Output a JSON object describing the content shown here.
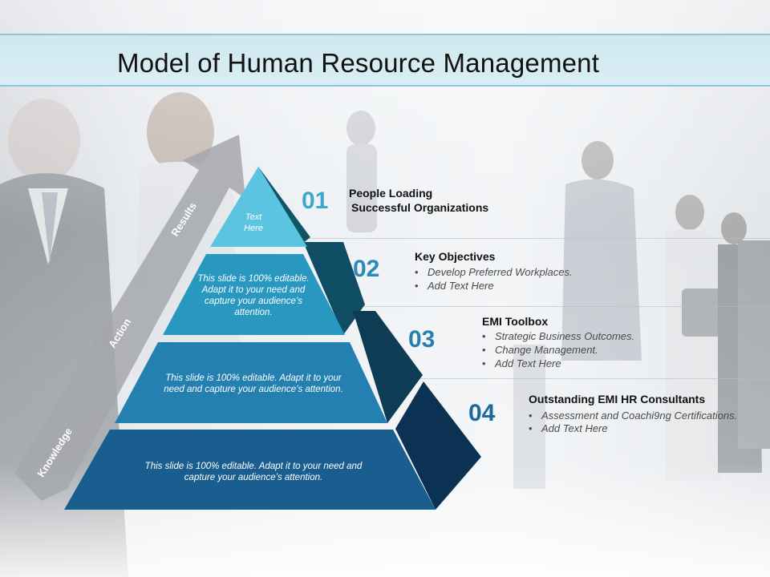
{
  "title": "Model of Human Resource Management",
  "colors": {
    "level1": "#5bc4e0",
    "level1_side": "#0f5566",
    "level2": "#2898c0",
    "level2_side": "#0f4d64",
    "level3": "#2380b0",
    "level3_side": "#0f3c55",
    "level4": "#1a5e90",
    "level4_side": "#0b3253",
    "number_light": "#3aa7cc",
    "number_dark": "#1b6a9a"
  },
  "arrow_labels": {
    "knowledge": "Knowledge",
    "action": "Action",
    "results": "Results"
  },
  "pyramid": {
    "level1_text": "Text Here",
    "level2_text": "This slide is 100% editable. Adapt it to your need and capture your audience’s attention.",
    "level3_text": "This slide is 100% editable. Adapt it to your need and capture your audience’s attention.",
    "level4_text": "This slide is 100% editable. Adapt it to your need and capture your audience’s attention."
  },
  "items": [
    {
      "number": "01",
      "heading_line1": "People Loading",
      "heading_line2": "Successful Organizations",
      "bullets": []
    },
    {
      "number": "02",
      "heading_line1": "Key Objectives",
      "bullets": [
        "Develop Preferred Workplaces.",
        "Add Text Here"
      ]
    },
    {
      "number": "03",
      "heading_line1": "EMI Toolbox",
      "bullets": [
        "Strategic Business Outcomes.",
        "Change Management.",
        "Add Text Here"
      ]
    },
    {
      "number": "04",
      "heading_line1": "Outstanding EMI HR Consultants",
      "bullets": [
        "Assessment and Coachi9ng Certifications.",
        "Add Text Here"
      ]
    }
  ],
  "bullet_icon": "bullet-dot-icon",
  "background_image": "office-people-photo"
}
